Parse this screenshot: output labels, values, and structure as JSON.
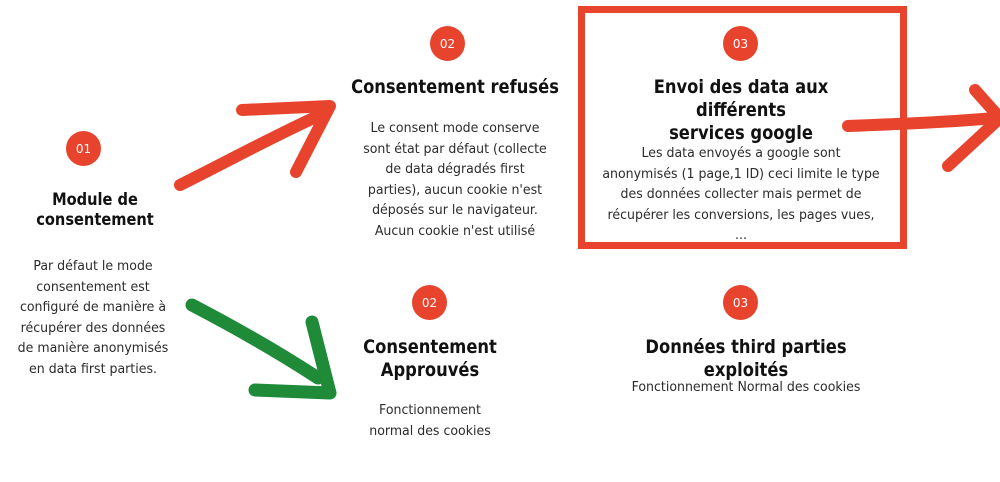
{
  "colors": {
    "accent": "#e8432d",
    "green_arrow": "#1f8a37",
    "text": "#2b2b2b"
  },
  "steps": {
    "module": {
      "number": "01",
      "title_line1": "Module de",
      "title_line2": "consentement",
      "text": [
        "Par défaut le mode",
        "consentement est",
        "configuré de manière à",
        "récupérer des données",
        "de manière anonymisés",
        "en data first parties."
      ]
    },
    "refused": {
      "number": "02",
      "title": "Consentement refusés",
      "text": [
        "Le consent mode conserve",
        "sont état par défaut (collecte",
        "de data dégradés first",
        "parties), aucun cookie n'est",
        "déposés sur le navigateur.",
        "Aucun cookie n'est utilisé"
      ]
    },
    "sent": {
      "number": "03",
      "title_line1": "Envoi des data aux différents",
      "title_line2": "services google",
      "text": [
        "Les data envoyés a google sont",
        "anonymisés (1 page,1 ID) ceci limite le type",
        "des données collecter  mais permet de",
        "récupérer les conversions, les pages vues,",
        "..."
      ]
    },
    "approved": {
      "number": "02",
      "title_line1": "Consentement",
      "title_line2": "Approuvés",
      "text": [
        "Fonctionnement",
        "normal des cookies"
      ]
    },
    "third": {
      "number": "03",
      "title": "Données third parties exploités",
      "text": [
        "Fonctionnement Normal des cookies"
      ]
    }
  }
}
